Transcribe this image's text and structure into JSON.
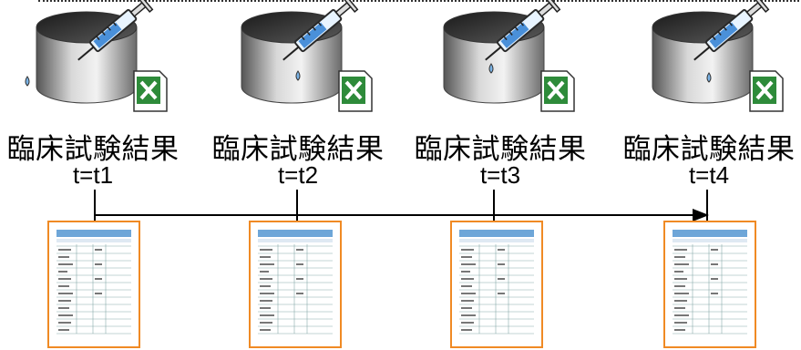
{
  "groups": [
    {
      "label": "臨床試験結果",
      "time": "t=t1"
    },
    {
      "label": "臨床試験結果",
      "time": "t=t2"
    },
    {
      "label": "臨床試験結果",
      "time": "t=t3"
    },
    {
      "label": "臨床試験結果",
      "time": "t=t4"
    }
  ],
  "icons": [
    "database-cylinder-icon",
    "syringe-icon",
    "excel-file-icon",
    "document-form-icon"
  ],
  "colors": {
    "doc_border": "#f08a24",
    "excel_green": "#2e8b3a",
    "syringe_blue": "#4a90d9",
    "doc_header": "#6ea6d8"
  }
}
